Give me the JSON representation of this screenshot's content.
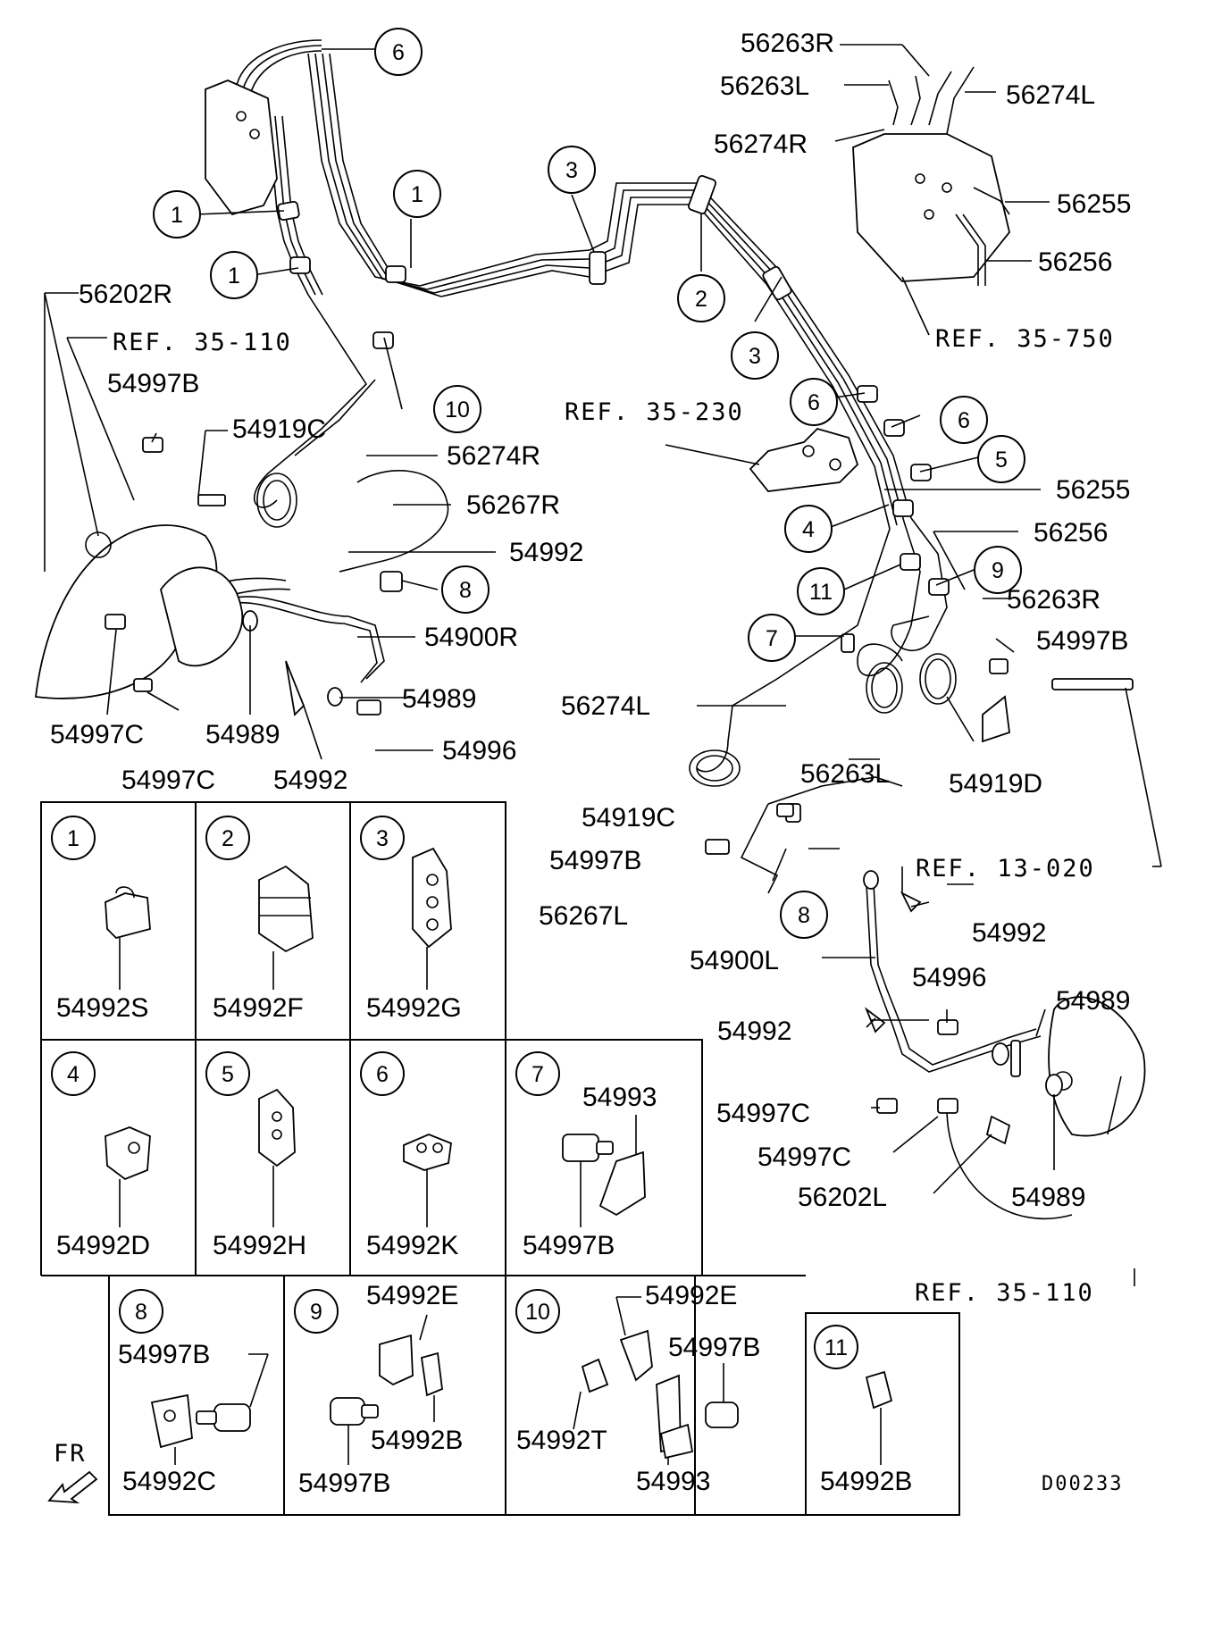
{
  "callouts": {
    "c1a": "1",
    "c1b": "1",
    "c1c": "1",
    "c2": "2",
    "c3a": "3",
    "c3b": "3",
    "c4": "4",
    "c5": "5",
    "c6a": "6",
    "c6b": "6",
    "c6c": "6",
    "c7": "7",
    "c8a": "8",
    "c8b": "8",
    "c9": "9",
    "c10": "10",
    "c11": "11"
  },
  "labels": {
    "p56263R_top": "56263R",
    "p56263L_top": "56263L",
    "p56274L_top": "56274L",
    "p56274R_top": "56274R",
    "p56255_top": "56255",
    "p56256_top": "56256",
    "ref35750": "REF. 35-750",
    "p56202R": "56202R",
    "ref35110_top": "REF. 35-110",
    "p54997B_left": "54997B",
    "p54919C_left": "54919C",
    "p56274R_mid": "56274R",
    "p56267R": "56267R",
    "p54992_mid": "54992",
    "p54900R": "54900R",
    "p54989_a": "54989",
    "p54996_left": "54996",
    "p54997C_a": "54997C",
    "p54989_b": "54989",
    "p54997C_b": "54997C",
    "p54992_b": "54992",
    "ref35230": "REF. 35-230",
    "p56255_mid": "56255",
    "p56256_mid": "56256",
    "p56263R_mid": "56263R",
    "p54997B_right": "54997B",
    "p56274L_mid": "56274L",
    "p56263L_mid": "56263L",
    "p54919D": "54919D",
    "p54919C_right": "54919C",
    "p54997B_mid": "54997B",
    "ref13020": "REF. 13-020",
    "p56267L": "56267L",
    "p54992_right": "54992",
    "p54900L": "54900L",
    "p54996_right": "54996",
    "p54989_c": "54989",
    "p54992_c": "54992",
    "p54997C_c": "54997C",
    "p54997C_d": "54997C",
    "p56202L": "56202L",
    "p54989_d": "54989",
    "ref35110_bot": "REF. 35-110"
  },
  "legend": [
    {
      "num": "1",
      "parts": [
        "54992S"
      ]
    },
    {
      "num": "2",
      "parts": [
        "54992F"
      ]
    },
    {
      "num": "3",
      "parts": [
        "54992G"
      ]
    },
    {
      "num": "4",
      "parts": [
        "54992D"
      ]
    },
    {
      "num": "5",
      "parts": [
        "54992H"
      ]
    },
    {
      "num": "6",
      "parts": [
        "54992K"
      ]
    },
    {
      "num": "7",
      "parts": [
        "54993",
        "54997B"
      ]
    },
    {
      "num": "8",
      "parts": [
        "54997B",
        "54992C"
      ]
    },
    {
      "num": "9",
      "parts": [
        "54992E",
        "54992B",
        "54997B"
      ]
    },
    {
      "num": "10",
      "parts": [
        "54992E",
        "54997B",
        "54992T",
        "54993"
      ]
    },
    {
      "num": "11",
      "parts": [
        "54992B"
      ]
    }
  ],
  "front_marker": "FR",
  "diagram_code": "D00233"
}
